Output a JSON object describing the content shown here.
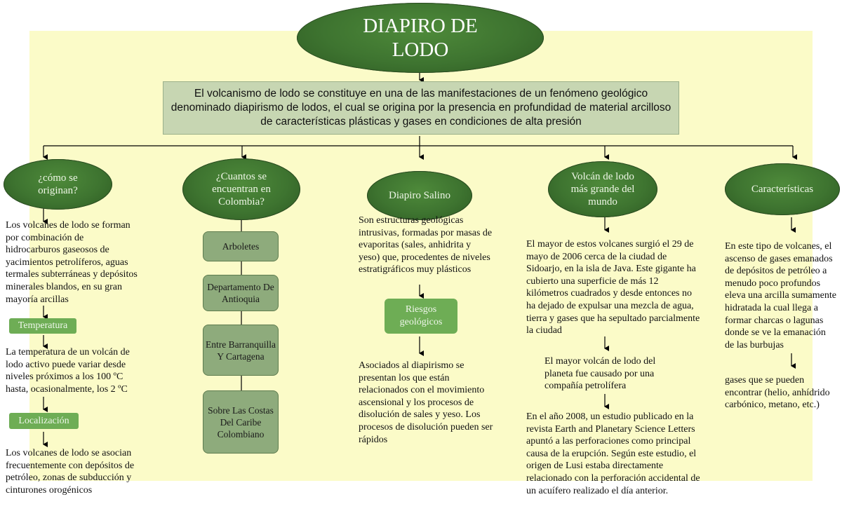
{
  "title": "DIAPIRO DE LODO",
  "definition": "El volcanismo de lodo se constituye en una de las manifestaciones de un fenómeno geológico denominado diapirismo de lodos, el cual se origina por la presencia en profundidad de material arcilloso de características plásticas y gases en condiciones de alta presión",
  "col1": {
    "oval": "¿cómo se originan?",
    "text1": "Los volcanes de lodo se forman por combinación de hidrocarburos gaseosos de yacimientos petrolíferos, aguas termales subterráneas y depósitos minerales blandos, en su gran mayoría arcillas",
    "tag1": "Temperatura",
    "text2": "La temperatura de un volcán de lodo activo puede variar desde niveles próximos a los 100 ºC hasta, ocasionalmente, los 2 ºC",
    "tag2": "Localización",
    "text3": "Los volcanes de lodo se asocian frecuentemente con depósitos de petróleo, zonas de subducción y cinturones orogénicos"
  },
  "col2": {
    "oval": "¿Cuantos se encuentran en Colombia?",
    "boxes": [
      "Arboletes",
      "Departamento De Antioquia",
      "Entre Barranquilla Y Cartagena",
      "Sobre Las Costas Del Caribe Colombiano"
    ]
  },
  "col3": {
    "oval": "Diapiro Salino",
    "text1": "Son estructuras geológicas intrusivas, formadas por masas de evaporitas (sales, anhidrita y yeso) que, procedentes de niveles estratigráficos muy plásticos",
    "box": "Riesgos geológicos",
    "text2": "Asociados al diapirismo se presentan los que están relacionados con el movimiento ascensional y los procesos de disolución de sales y yeso. Los procesos de disolución pueden ser rápidos"
  },
  "col4": {
    "oval": "Volcán de lodo más grande del mundo",
    "text1": "El mayor de estos volcanes surgió el 29 de mayo de 2006 cerca de la ciudad de Sidoarjo, en la isla de Java. Este gigante ha cubierto una superficie de más 12 kilómetros cuadrados y desde entonces no ha dejado de expulsar una mezcla de agua, tierra y gases que ha sepultado parcialmente la ciudad",
    "text2": "El mayor volcán de lodo del planeta fue causado por una compañía petrolífera",
    "text3": "En el año 2008, un estudio publicado en la revista Earth and Planetary Science Letters apuntó a las perforaciones como principal causa de la erupción. Según este estudio, el origen de Lusi estaba directamente relacionado con la perforación accidental de un acuífero realizado el día anterior."
  },
  "col5": {
    "oval": "Características",
    "text1": "En este tipo de volcanes, el ascenso de gases emanados de depósitos de petróleo a menudo poco profundos eleva una arcilla sumamente hidratada la cual llega a formar charcas o lagunas donde se ve la emanación de las burbujas",
    "text2": "gases que se pueden encontrar (helio, anhídrido carbónico, metano, etc.)"
  }
}
